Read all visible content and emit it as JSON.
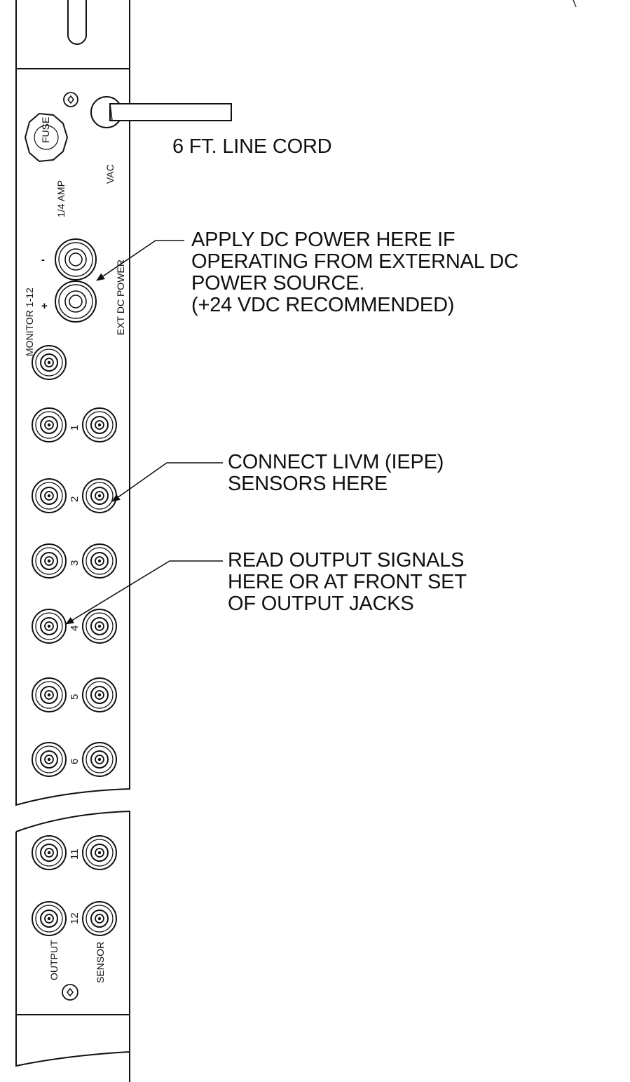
{
  "callouts": {
    "line_cord": "6 FT. LINE CORD",
    "dc_power": [
      "APPLY DC POWER HERE IF",
      "OPERATING FROM EXTERNAL  DC",
      "POWER SOURCE.",
      "(+24 VDC RECOMMENDED)"
    ],
    "sensors": [
      "CONNECT LIVM (IEPE)",
      "SENSORS HERE"
    ],
    "outputs": [
      "READ OUTPUT SIGNALS",
      "HERE OR AT FRONT SET",
      "OF OUTPUT JACKS"
    ]
  },
  "panel_labels": {
    "fuse": "FUSE",
    "fuse_rating": "1/4 AMP",
    "vac": "VAC",
    "ext_dc_power": "EXT DC POWER",
    "monitor": "MONITOR 1-12",
    "minus": "-",
    "plus": "+",
    "output": "OUTPUT",
    "sensor": "SENSOR"
  },
  "channels": [
    "1",
    "2",
    "3",
    "4",
    "5",
    "6",
    "11",
    "12"
  ]
}
